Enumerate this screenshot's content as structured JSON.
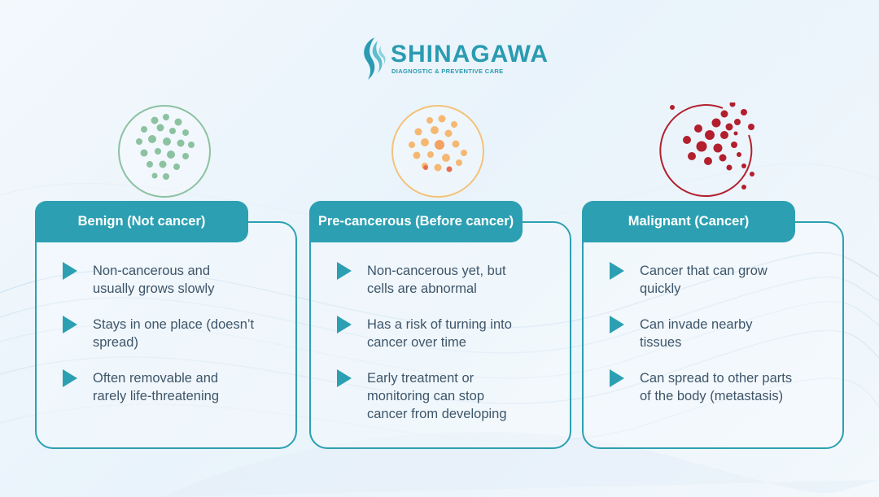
{
  "brand": {
    "name": "SHINAGAWA",
    "tagline": "DIAGNOSTIC & PREVENTIVE CARE",
    "color": "#2a9bb1"
  },
  "colors": {
    "accent": "#2ca0b2",
    "benign": "#8cc2a0",
    "precancerous": "#f4a261",
    "malignant": "#b2202e"
  },
  "categories": [
    {
      "id": "benign",
      "title": "Benign (Not cancer)",
      "icon": "benign-cells-icon",
      "items": [
        "Non-cancerous and\nusually grows slowly",
        "Stays in one place (doesn’t\nspread)",
        "Often removable and\nrarely life-threatening"
      ]
    },
    {
      "id": "precancerous",
      "title": "Pre-cancerous (Before cancer)",
      "icon": "precancerous-cells-icon",
      "items": [
        "Non-cancerous yet, but\ncells are abnormal",
        "Has a risk of turning into\ncancer over time",
        "Early treatment or\nmonitoring can stop\ncancer from developing"
      ]
    },
    {
      "id": "malignant",
      "title": "Malignant (Cancer)",
      "icon": "malignant-cells-icon",
      "items": [
        "Cancer that can grow\nquickly",
        "Can invade nearby\ntissues",
        "Can spread to other parts\nof the body (metastasis)"
      ]
    }
  ]
}
